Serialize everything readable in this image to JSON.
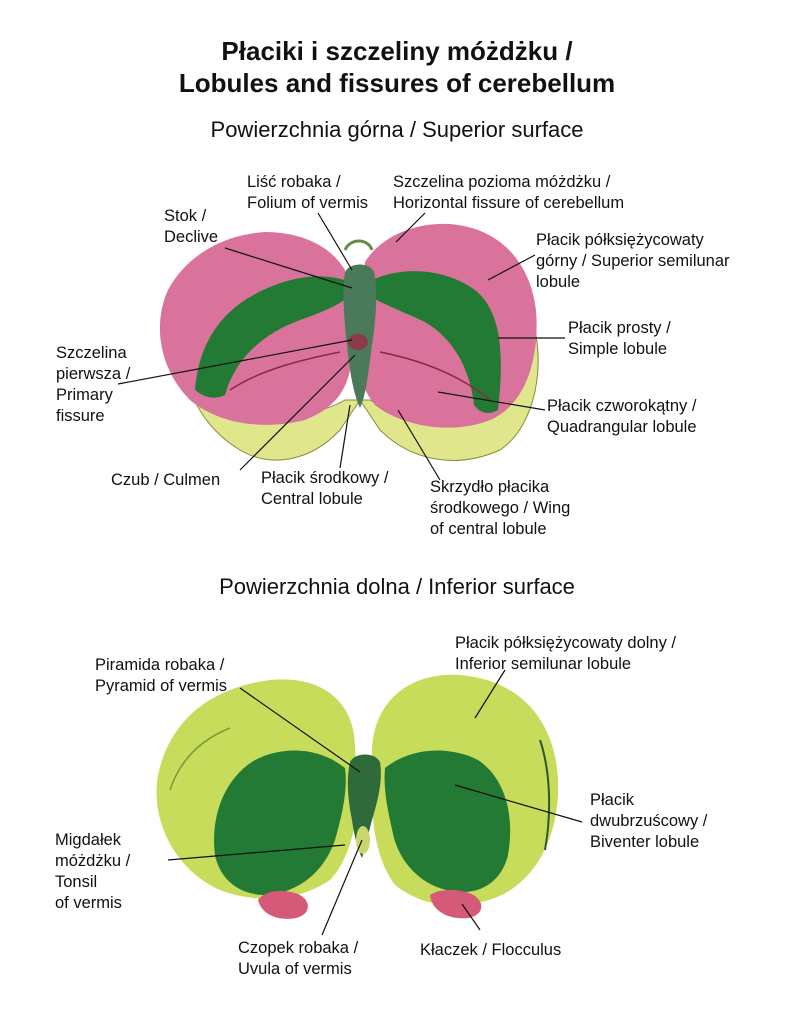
{
  "title": {
    "line1": "Płaciki i szczeliny móżdżku /",
    "line2": "Lobules and fissures of cerebellum"
  },
  "superior": {
    "heading": "Powierzchnia górna / Superior surface",
    "labels": {
      "folium": "Liść robaka /\nFolium of vermis",
      "horizontal": "Szczelina pozioma móżdżku /\nHorizontal fissure of cerebellum",
      "declive": "Stok /\nDeclive",
      "superior_semilunar": "Płacik półksiężycowaty\ngórny / Superior semilunar\nlobule",
      "simple": "Płacik prosty /\nSimple lobule",
      "primary": "Szczelina\npierwsza /\nPrimary\nfissure",
      "quadrangular": "Płacik czworokątny /\nQuadrangular lobule",
      "culmen": "Czub / Culmen",
      "central": "Płacik środkowy /\nCentral lobule",
      "wing": "Skrzydło płacika\nśrodkowego / Wing\nof central lobule"
    }
  },
  "inferior": {
    "heading": "Powierzchnia dolna / Inferior  surface",
    "labels": {
      "pyramid": "Piramida robaka /\nPyramid of vermis",
      "inferior_semilunar": "Płacik półksiężycowaty dolny /\nInferior semilunar lobule",
      "biventer": "Płacik\ndwubrzuścowy /\nBiventer lobule",
      "tonsil": "Migdałek\nmóżdżku /\nTonsil\nof vermis",
      "uvula": "Czopek robaka /\nUvula of vermis",
      "flocculus": "Kłaczek / Flocculus"
    }
  },
  "colors": {
    "pink": "#d9739c",
    "dark_green": "#237a35",
    "light_green": "#c6dc5a",
    "yellow_green": "#dfe68c",
    "red": "#d45a78"
  }
}
